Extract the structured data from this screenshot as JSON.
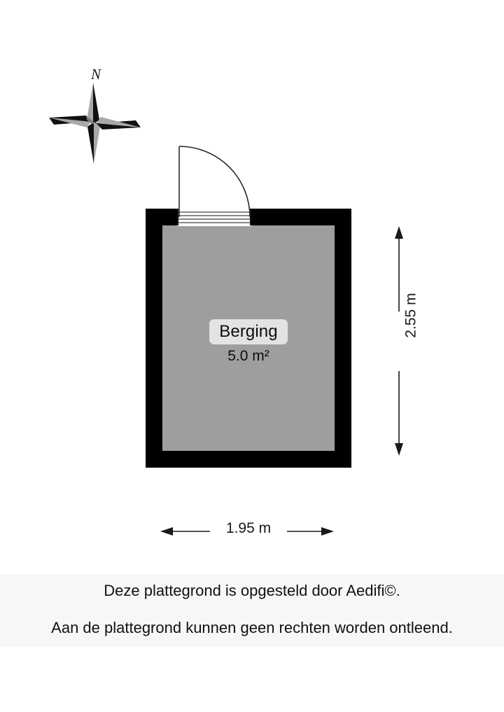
{
  "document": {
    "type": "floor-plan",
    "background_color": "#ffffff"
  },
  "compass": {
    "north_label": "N",
    "icon": "compass-rose-icon",
    "dark_color": "#111111",
    "light_color": "#a8a8a8"
  },
  "plan": {
    "wall_color": "#000000",
    "floor_fill_color": "#9e9e9e",
    "door": {
      "icon": "door-swing-icon",
      "hinge_side": "left",
      "swing": "outward-up"
    },
    "rooms": [
      {
        "name": "Berging",
        "area": "5.0 m²",
        "label_background": "#e3e3e3"
      }
    ]
  },
  "dimensions": {
    "vertical": {
      "value": "2.55 m",
      "orientation": "vertical",
      "arrow_style": "double-headed"
    },
    "horizontal": {
      "value": "1.95 m",
      "orientation": "horizontal",
      "arrow_style": "double-headed"
    }
  },
  "footer": {
    "band_color": "#f7f7f7",
    "line1": "Deze plattegrond is opgesteld door Aedifi©.",
    "line2": "Aan de plattegrond kunnen geen rechten worden ontleend."
  }
}
